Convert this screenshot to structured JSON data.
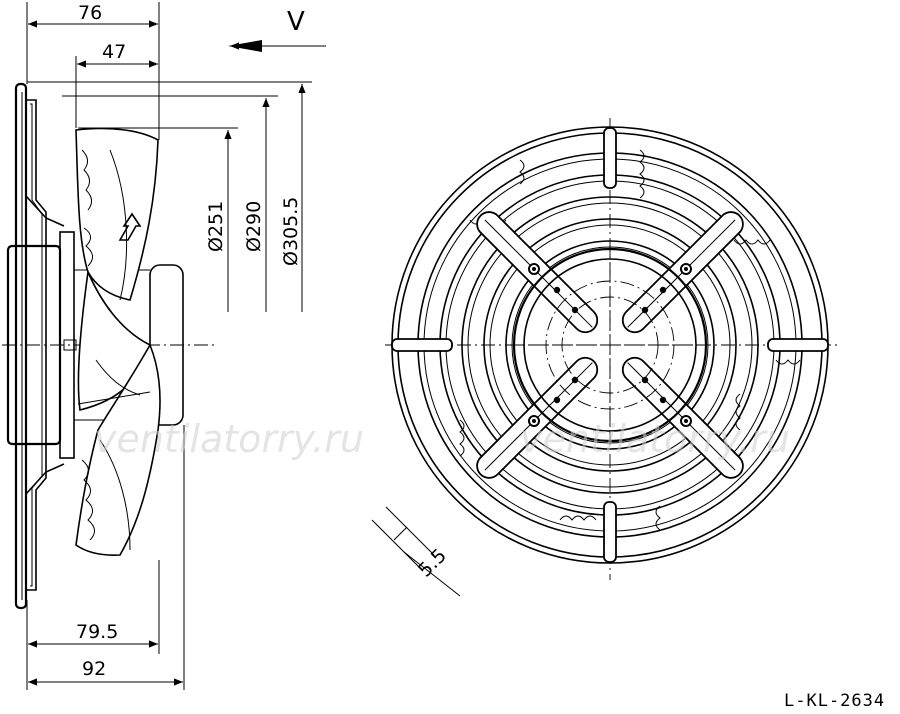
{
  "dimensions": {
    "overall_depth": "76",
    "blade_depth": "47",
    "airflow_label": "V",
    "dia_blade": "Ø251",
    "dia_ring": "Ø290",
    "dia_guard": "Ø305.5",
    "mount_depth": "79.5",
    "total_depth": "92",
    "hole_size": "5.5"
  },
  "watermark": {
    "left": "ventilatorry.ru",
    "right": "ventilatorry.ru"
  },
  "drawing_ref": "L-KL-2634",
  "icons": {
    "airflow_arrow": "arrow-left-icon",
    "rotation_arrow": "rotation-arrow-icon"
  }
}
